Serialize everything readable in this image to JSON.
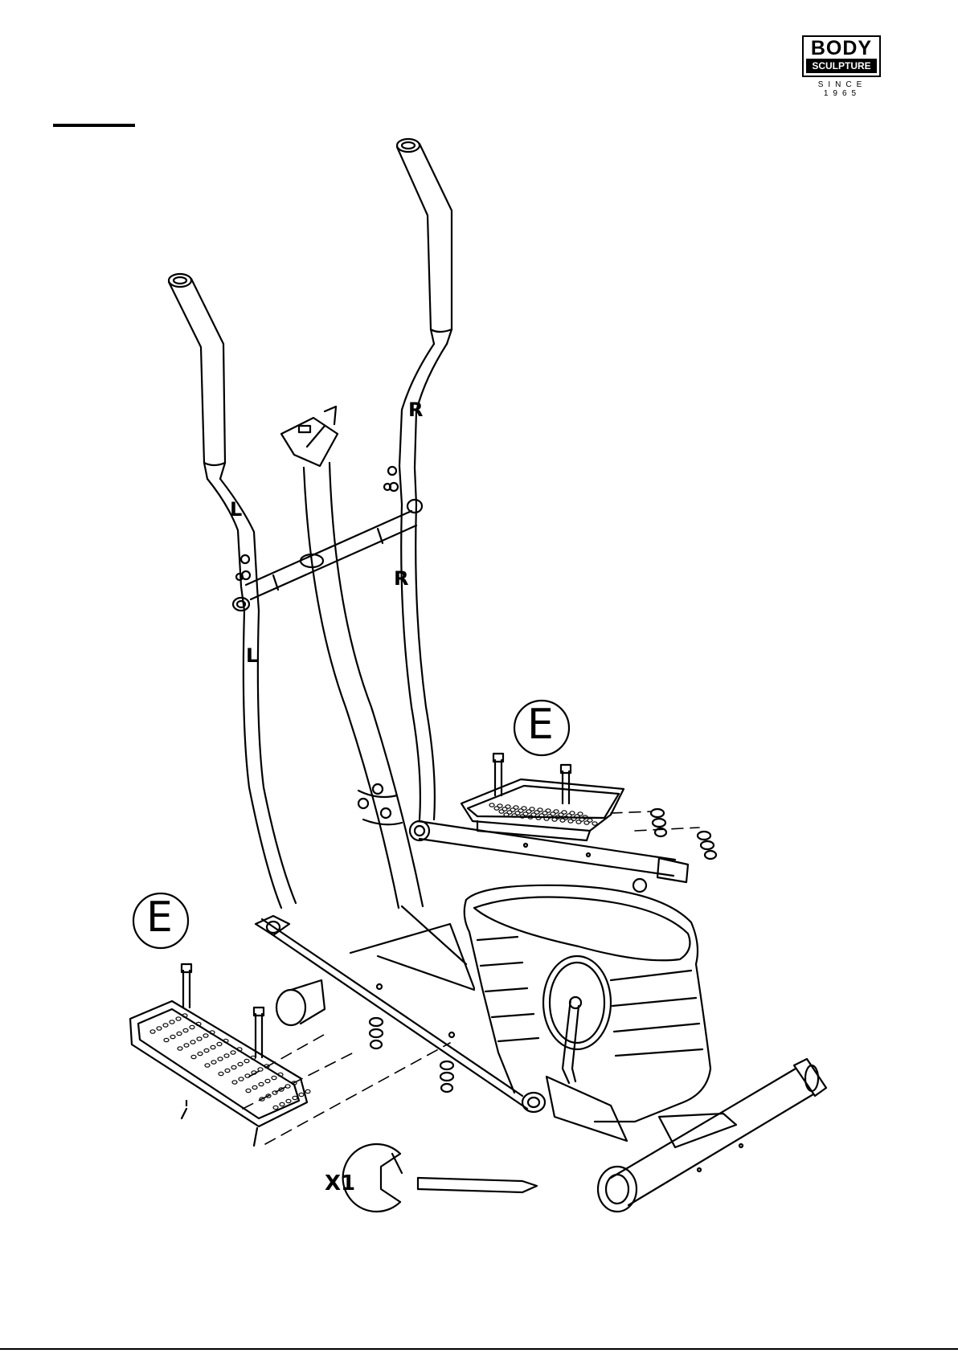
{
  "brand": {
    "logo_top": "BODY",
    "logo_bottom": "SCULPTURE",
    "tagline": "SINCE 1965"
  },
  "diagram": {
    "labels": {
      "left_handle_upper": "L",
      "left_handle_lower": "L",
      "right_handle_upper": "R",
      "right_handle_lower": "R",
      "pedal_callout_right": "E",
      "pedal_callout_left": "E",
      "tool_quantity": "X1"
    }
  }
}
